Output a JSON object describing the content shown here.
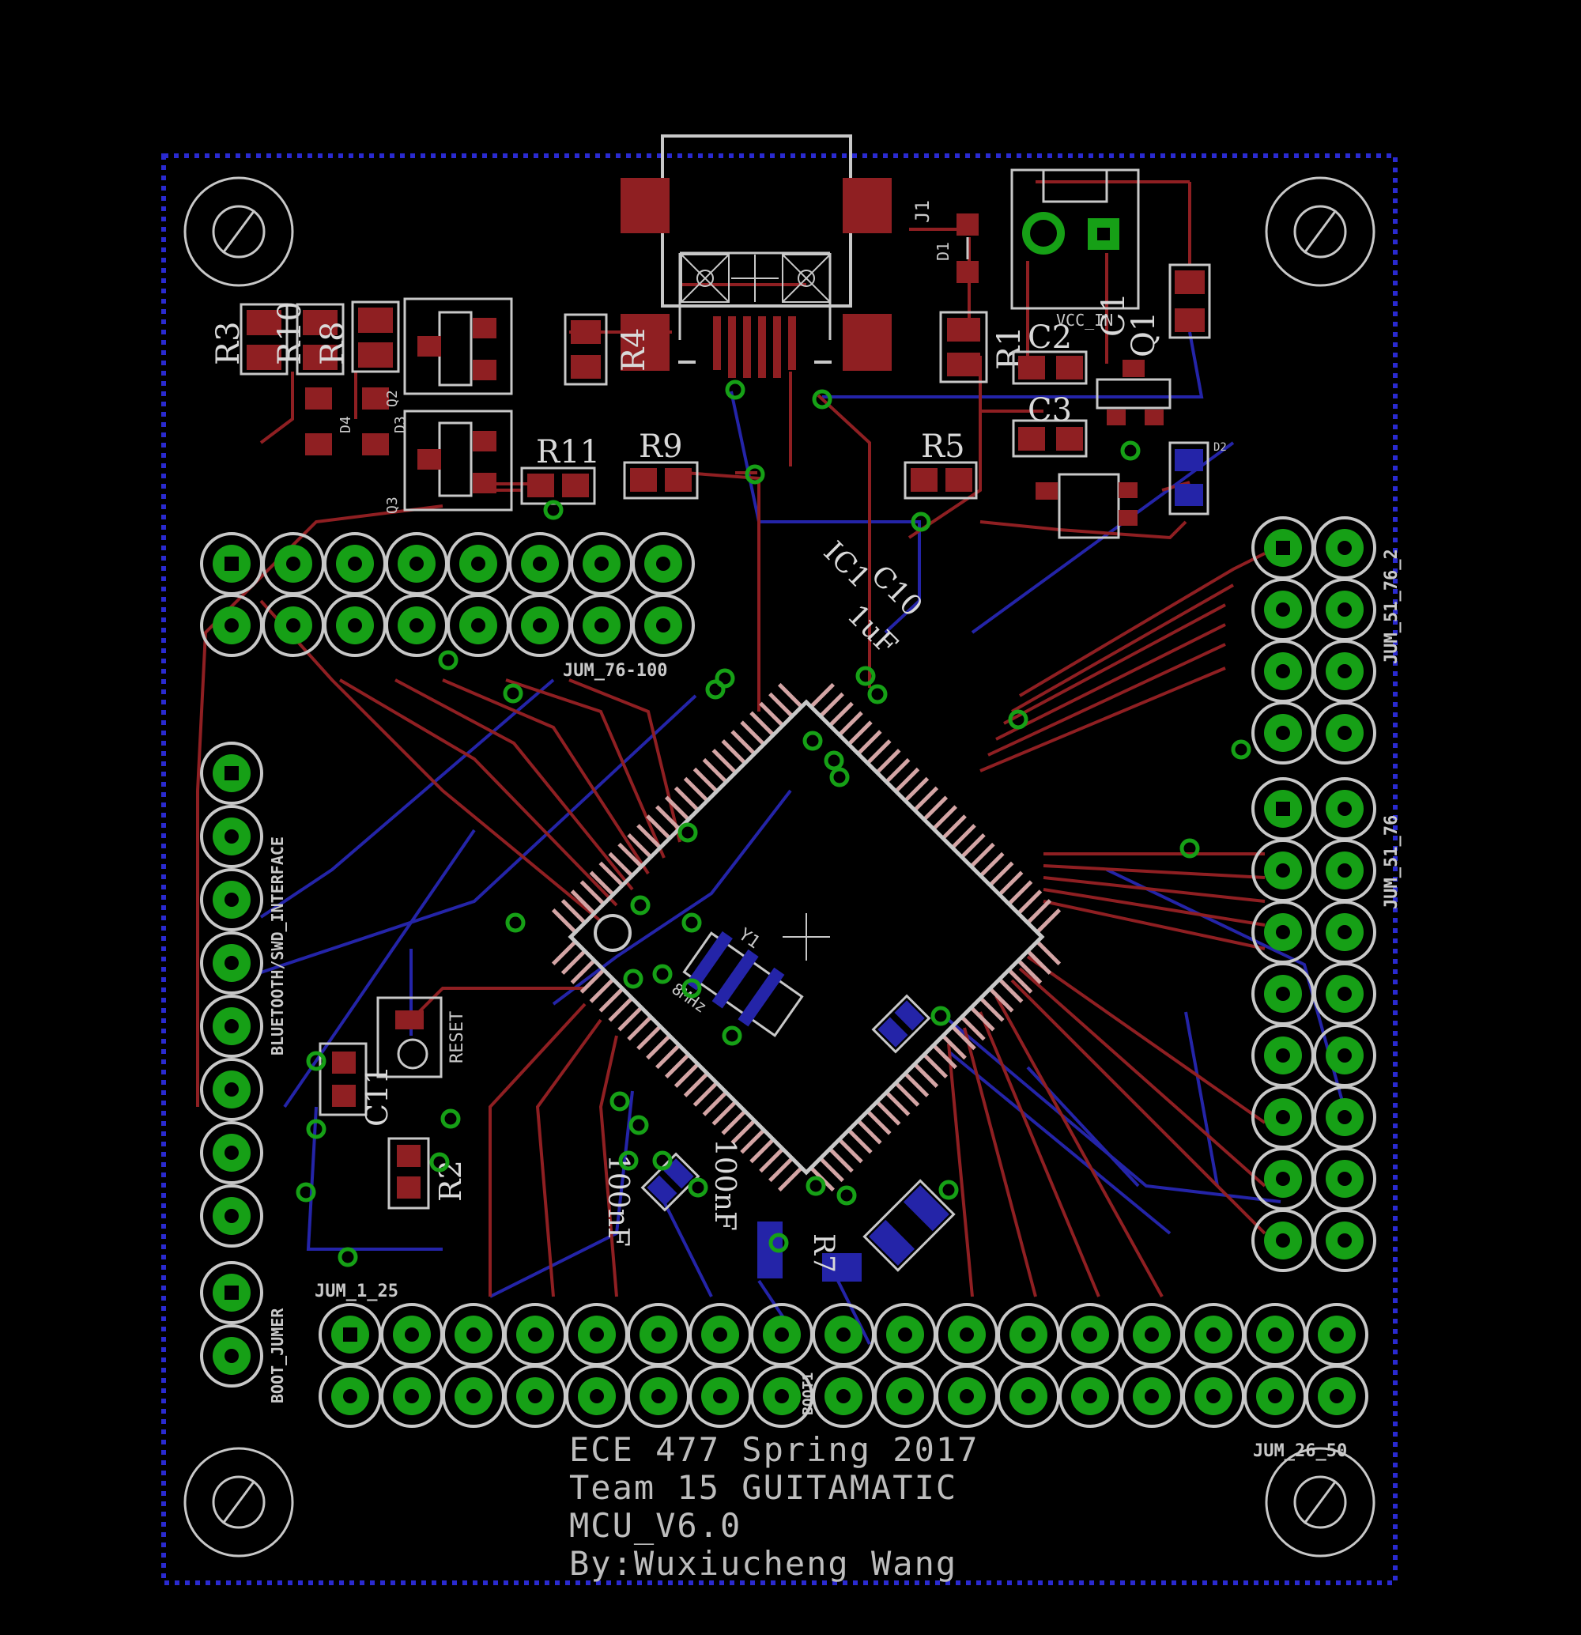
{
  "colors": {
    "background": "#000000",
    "top_copper": "#8f1f22",
    "bottom_copper": "#2424a8",
    "silkscreen": "#c8c8c8",
    "pad_green": "#16a016",
    "board_outline": "#2a2ad0"
  },
  "icons": [
    "mounting-hole-icon",
    "crosshair-icon",
    "diode-icon"
  ],
  "components": {
    "j1": "J1",
    "d1": "D1",
    "d2": "D2",
    "d3": "D3",
    "d4": "D4",
    "q1": "Q1",
    "q2": "Q2",
    "q3": "Q3",
    "r1": "R1",
    "r2": "R2",
    "r3": "R3",
    "r4": "R4",
    "r5": "R5",
    "r7": "R7",
    "r8": "R8",
    "r9": "R9",
    "r10": "R10",
    "r11": "R11",
    "c1": "C1",
    "c2": "C2",
    "c3": "C3",
    "c11": "C11",
    "ic1": "IC1",
    "ic1_cap": "C10",
    "cap_value_1uf": "1uF",
    "cap_value_100nf": "100nF",
    "y1": "Y1",
    "osc": "8MHz",
    "reset": "RESET",
    "vcc_in": "VCC_IN",
    "boot1": "BOOT1"
  },
  "headers": {
    "jum_76_100": "JUM_76-100",
    "jum_51_76_2": "JUM_51_76_2",
    "jum_51_76": "JUM_51_76",
    "jum_1_25": "JUM_1_25",
    "jum_26_50": "JUM_26_50",
    "bluetooth_swd": "BLUETOOTH/SWD_INTERFACE",
    "boot_jumper": "BOOT_JUMER"
  },
  "credits": {
    "line1": "ECE 477 Spring 2017",
    "line2": "Team 15 GUITAMATIC",
    "line3": "MCU_V6.0",
    "line4": "By:Wuxiucheng Wang"
  }
}
